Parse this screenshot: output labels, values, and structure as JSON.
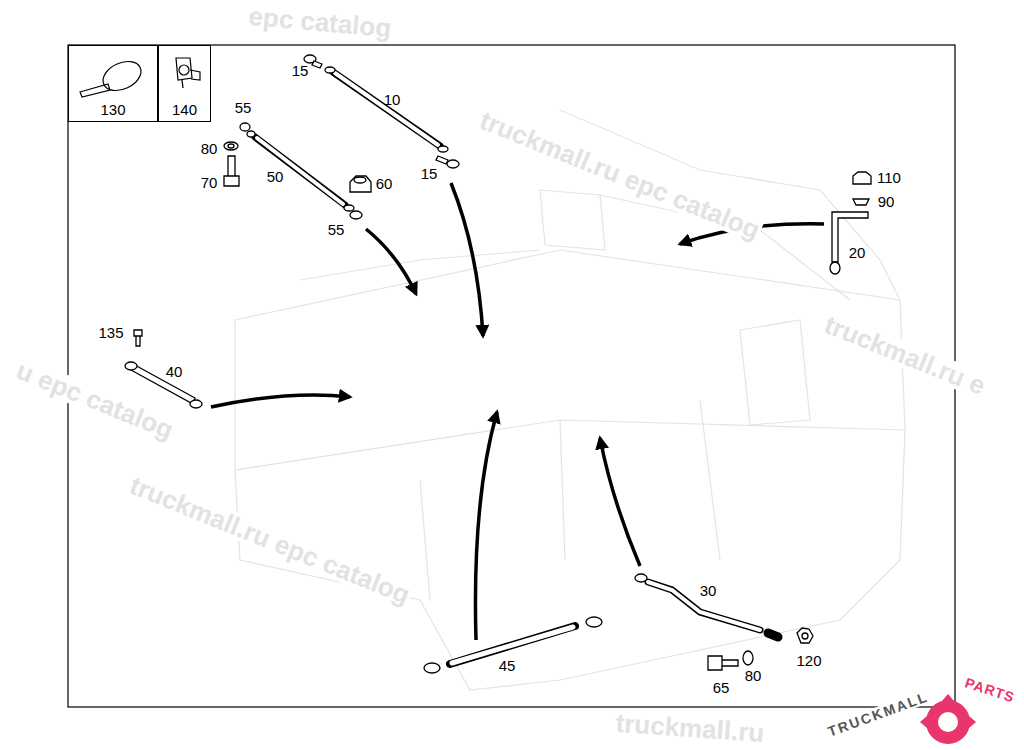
{
  "diagram": {
    "nodes": [
      {
        "text": [
          "130"
        ]
      },
      {
        "text": [
          "140"
        ]
      }
    ],
    "labels": [
      "15",
      "10",
      "55",
      "80",
      "50",
      "60",
      "70",
      "15",
      "55",
      "110",
      "90",
      "20",
      "135",
      "40",
      "30",
      "45",
      "65",
      "80",
      "120",
      "epc catalog",
      "truckmall.ru epc catalog",
      "truckmall.ru e",
      "u epc catalog",
      "truckmall.ru epc catalog",
      "truckmall.ru",
      "TRUCKMALL",
      "PARTS"
    ]
  }
}
